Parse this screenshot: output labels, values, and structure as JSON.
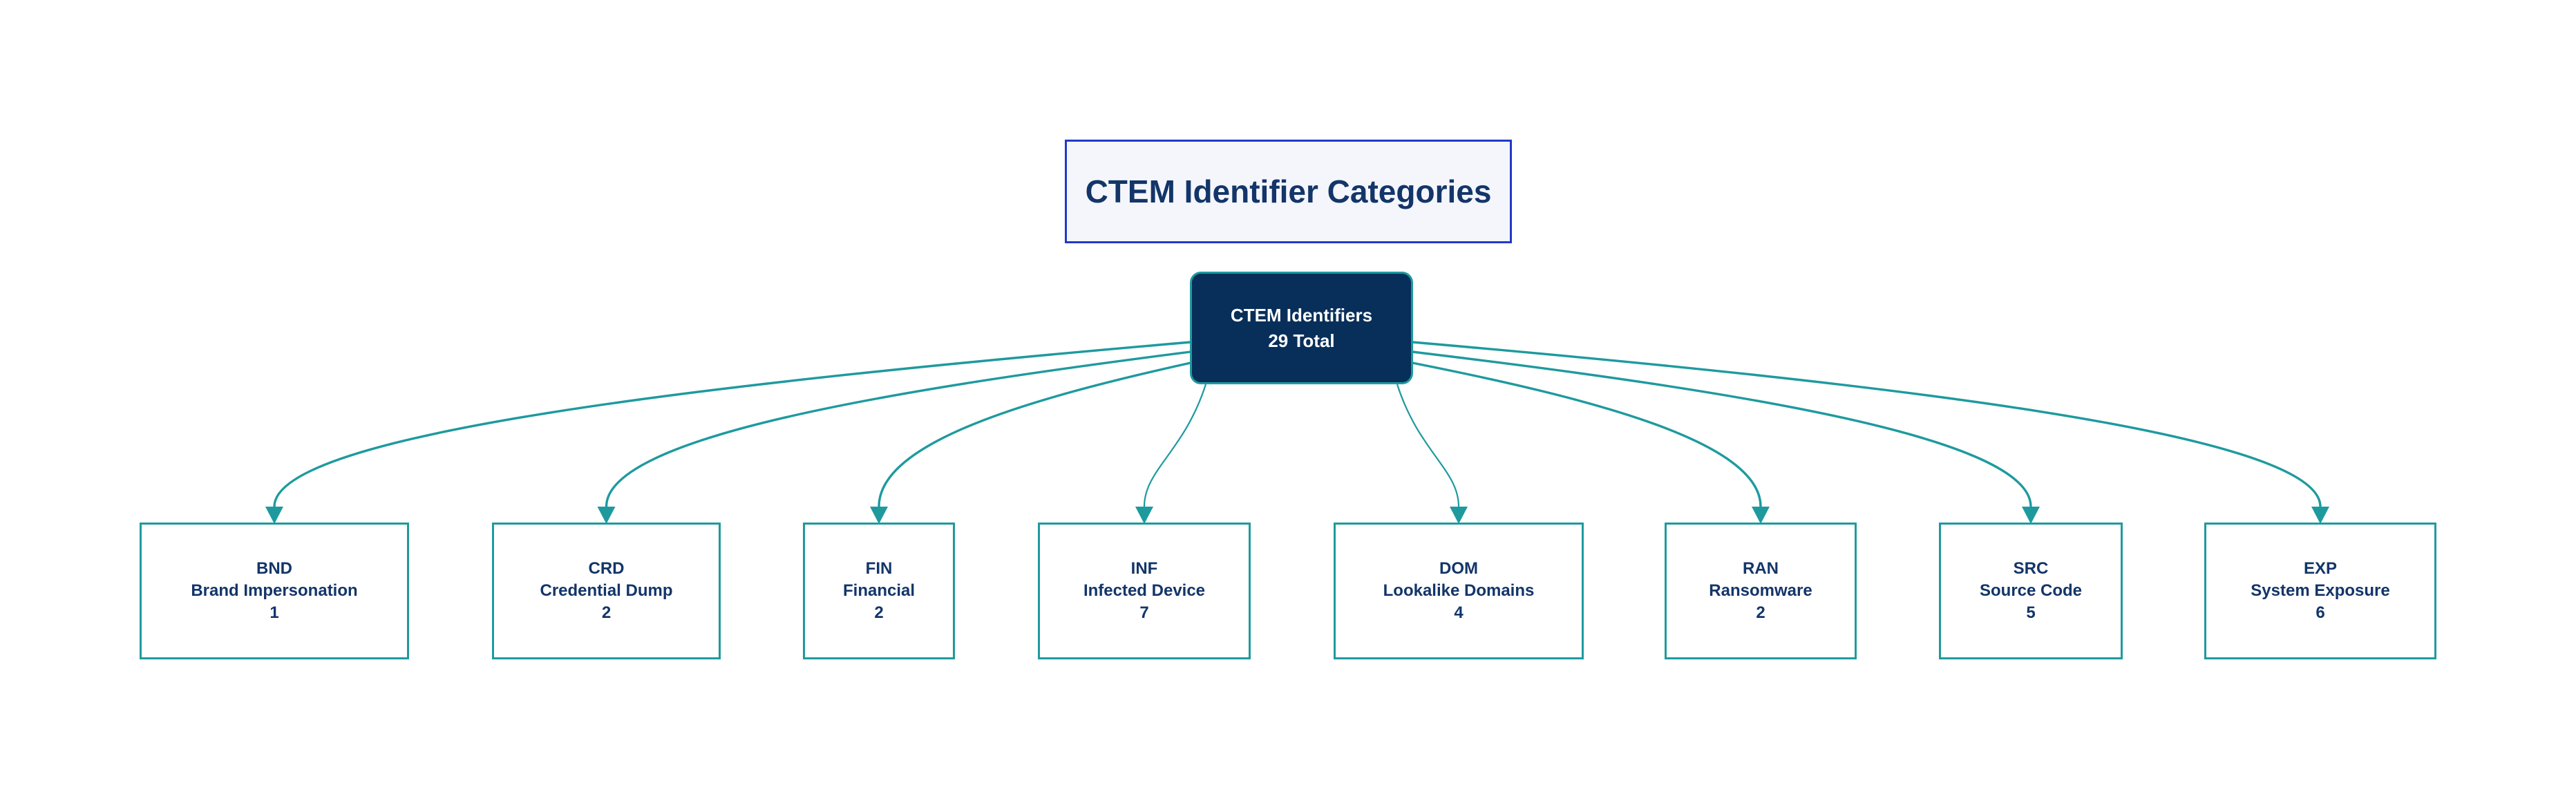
{
  "diagram": {
    "title": "CTEM Identifier Categories",
    "root": {
      "line1": "CTEM Identifiers",
      "line2": "29 Total"
    },
    "categories": [
      {
        "code": "BND",
        "name": "Brand Impersonation",
        "count": "1"
      },
      {
        "code": "CRD",
        "name": "Credential Dump",
        "count": "2"
      },
      {
        "code": "FIN",
        "name": "Financial",
        "count": "2"
      },
      {
        "code": "INF",
        "name": "Infected Device",
        "count": "7"
      },
      {
        "code": "DOM",
        "name": "Lookalike Domains",
        "count": "4"
      },
      {
        "code": "RAN",
        "name": "Ransomware",
        "count": "2"
      },
      {
        "code": "SRC",
        "name": "Source Code",
        "count": "5"
      },
      {
        "code": "EXP",
        "name": "System Exposure",
        "count": "6"
      }
    ],
    "colors": {
      "edge_teal": "#1E9A9E",
      "root_fill": "#072F5A",
      "root_text": "#FFFFFF",
      "leaf_fill": "#FFFFFF",
      "leaf_text": "#133569",
      "title_border": "#2139C8",
      "title_fill": "#F4F6FB",
      "title_text": "#133569",
      "background": "#FFFFFF"
    }
  }
}
